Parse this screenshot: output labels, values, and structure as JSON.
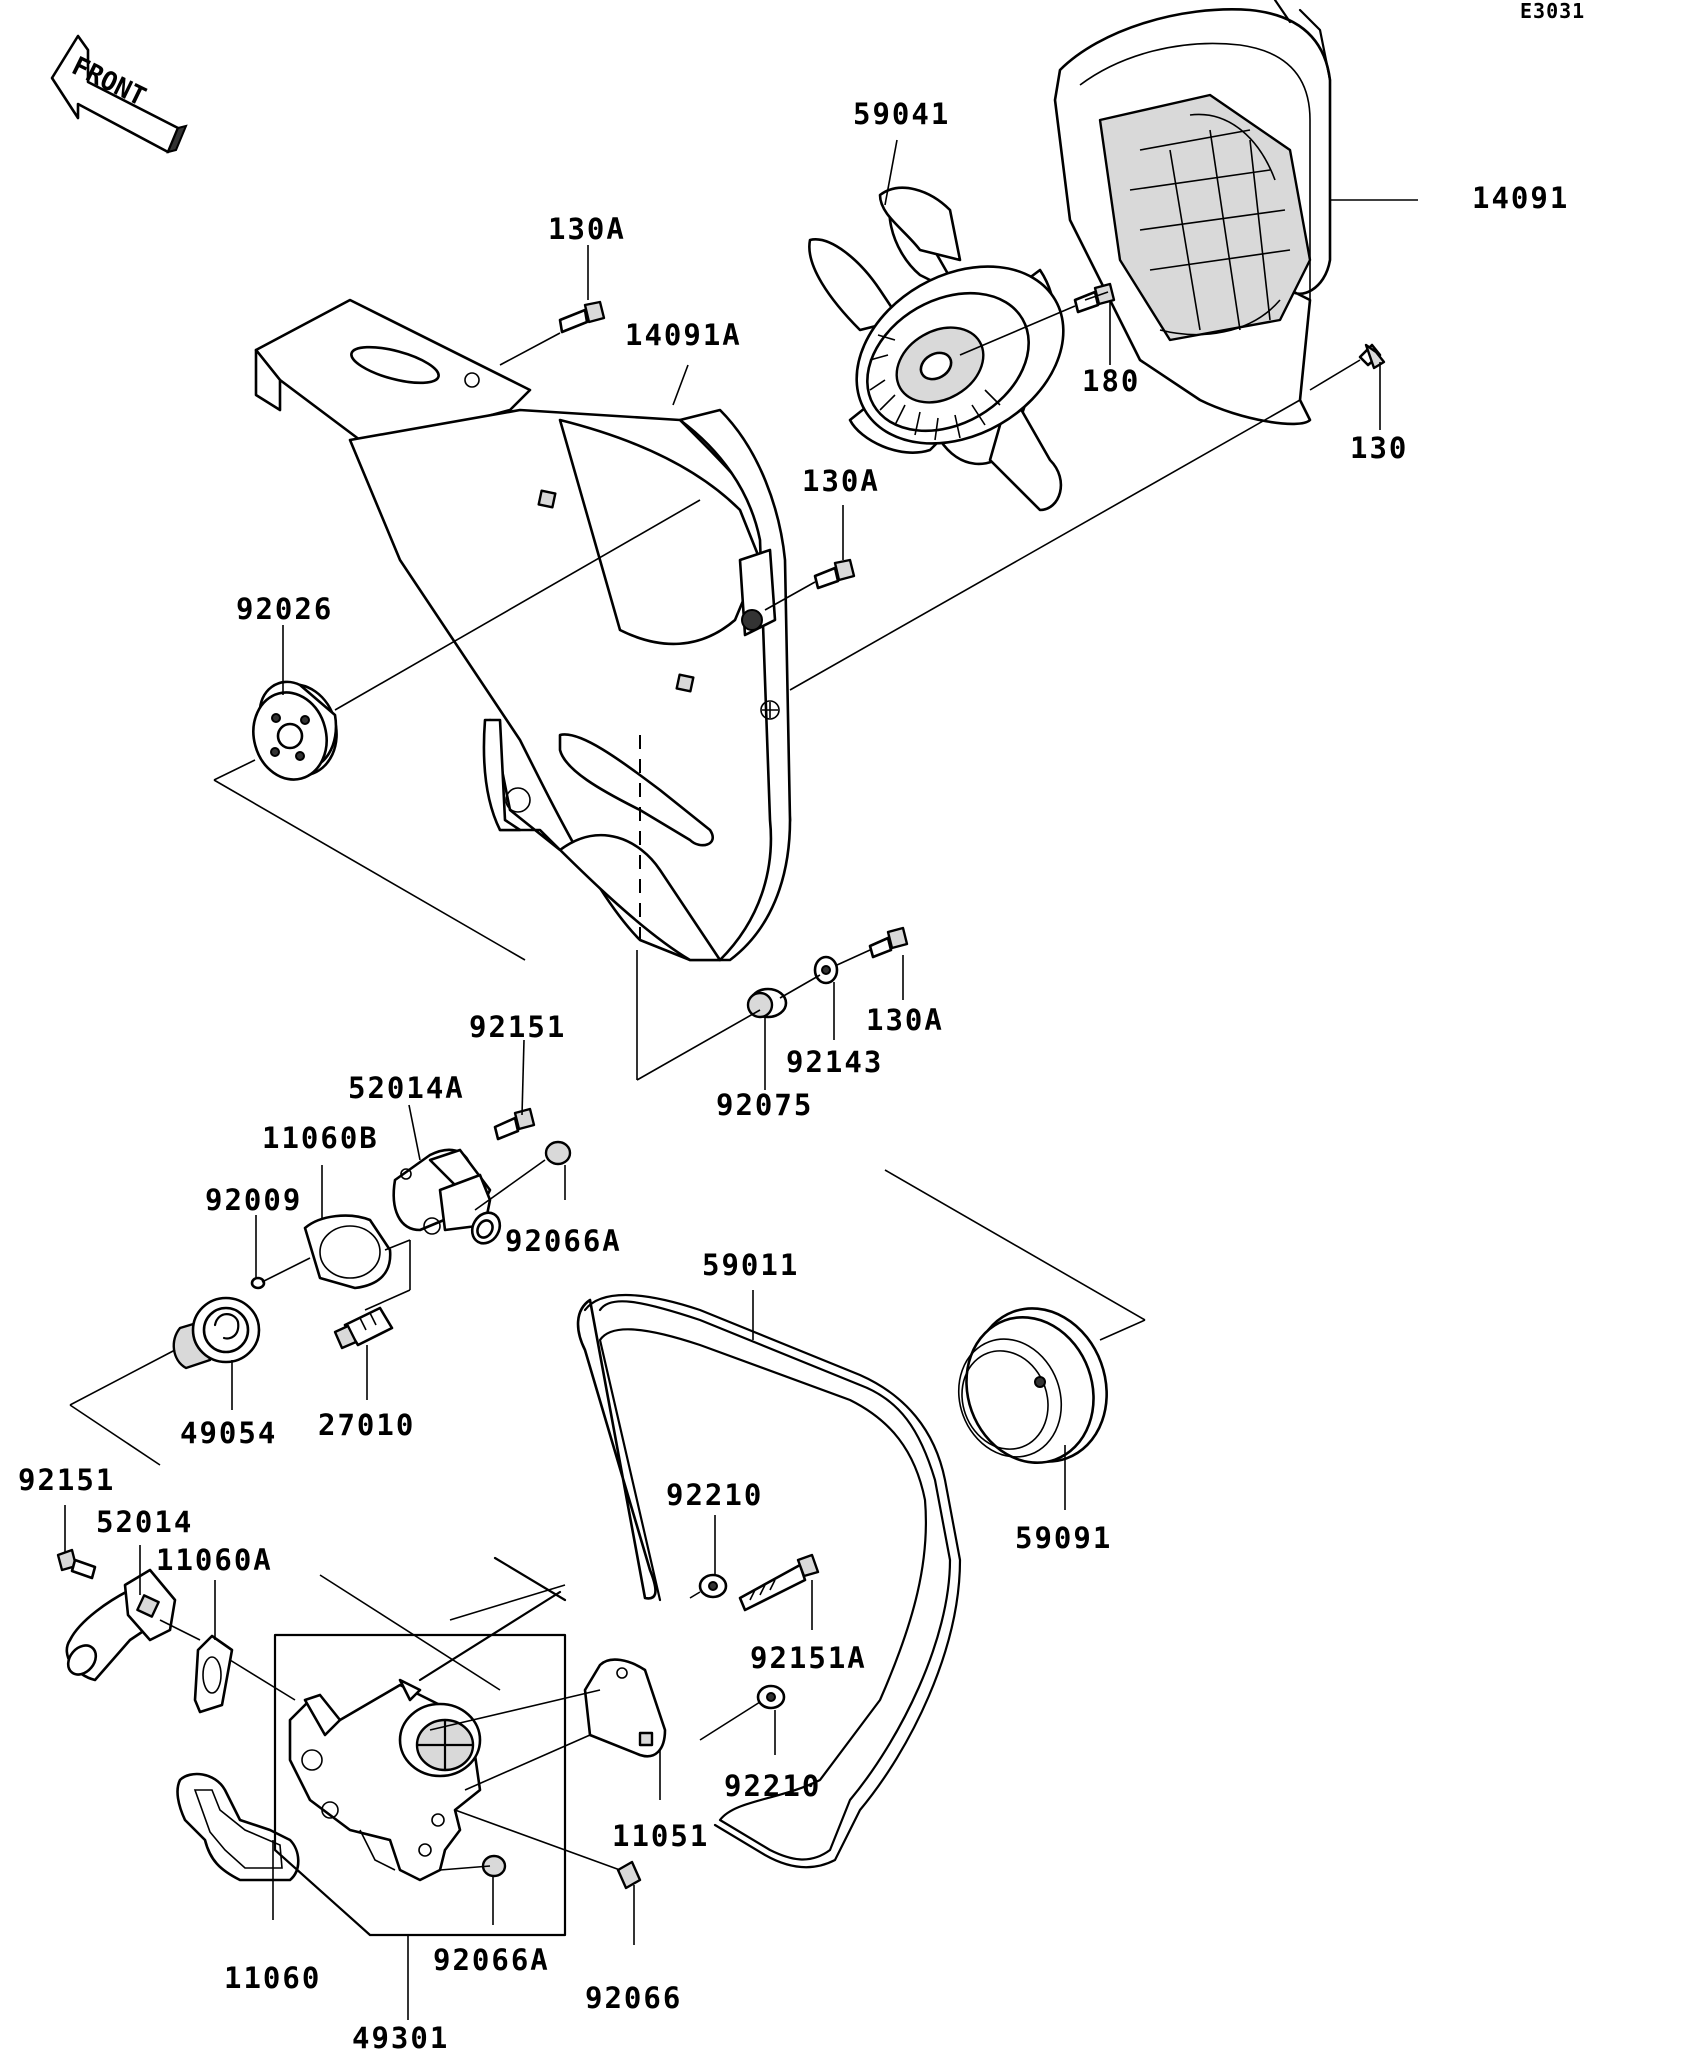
{
  "diagram_code": "E3031",
  "front_label": "FRONT",
  "labels": {
    "p59041": "59041",
    "p14091": "14091",
    "p130A_top": "130A",
    "p14091A": "14091A",
    "p180": "180",
    "p130": "130",
    "p130A_mid": "130A",
    "p92026": "92026",
    "p130A_low": "130A",
    "p92143": "92143",
    "p92075": "92075",
    "p92151_top": "92151",
    "p52014A": "52014A",
    "p11060B": "11060B",
    "p92009": "92009",
    "p92066A_top": "92066A",
    "p59011": "59011",
    "p49054": "49054",
    "p27010": "27010",
    "p92151_left": "92151",
    "p52014": "52014",
    "p11060A": "11060A",
    "p92210_top": "92210",
    "p59091": "59091",
    "p92151A": "92151A",
    "p92210_low": "92210",
    "p11051": "11051",
    "p11060": "11060",
    "p92066A_low": "92066A",
    "p92066": "92066",
    "p49301": "49301"
  }
}
